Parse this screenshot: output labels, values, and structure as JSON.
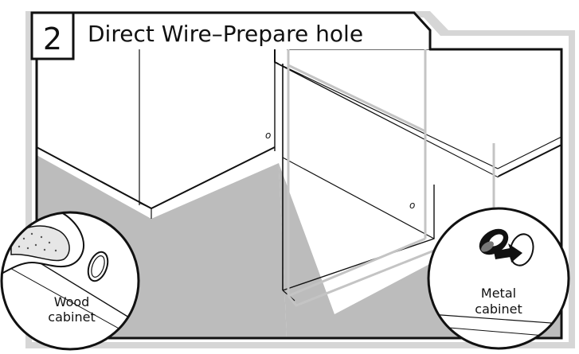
{
  "header": {
    "step_number": "2",
    "title": "Direct Wire–Prepare hole"
  },
  "insets": {
    "wood": {
      "line1": "Wood",
      "line2": "cabinet"
    },
    "metal": {
      "line1": "Metal",
      "line2": "cabinet"
    }
  },
  "colors": {
    "frame": "#111111",
    "shadow_frame": "#cfcfcf",
    "floor": "#bdbdbd",
    "header_bg": "#ffffff",
    "ghost_lines": "#c8c8c8"
  }
}
